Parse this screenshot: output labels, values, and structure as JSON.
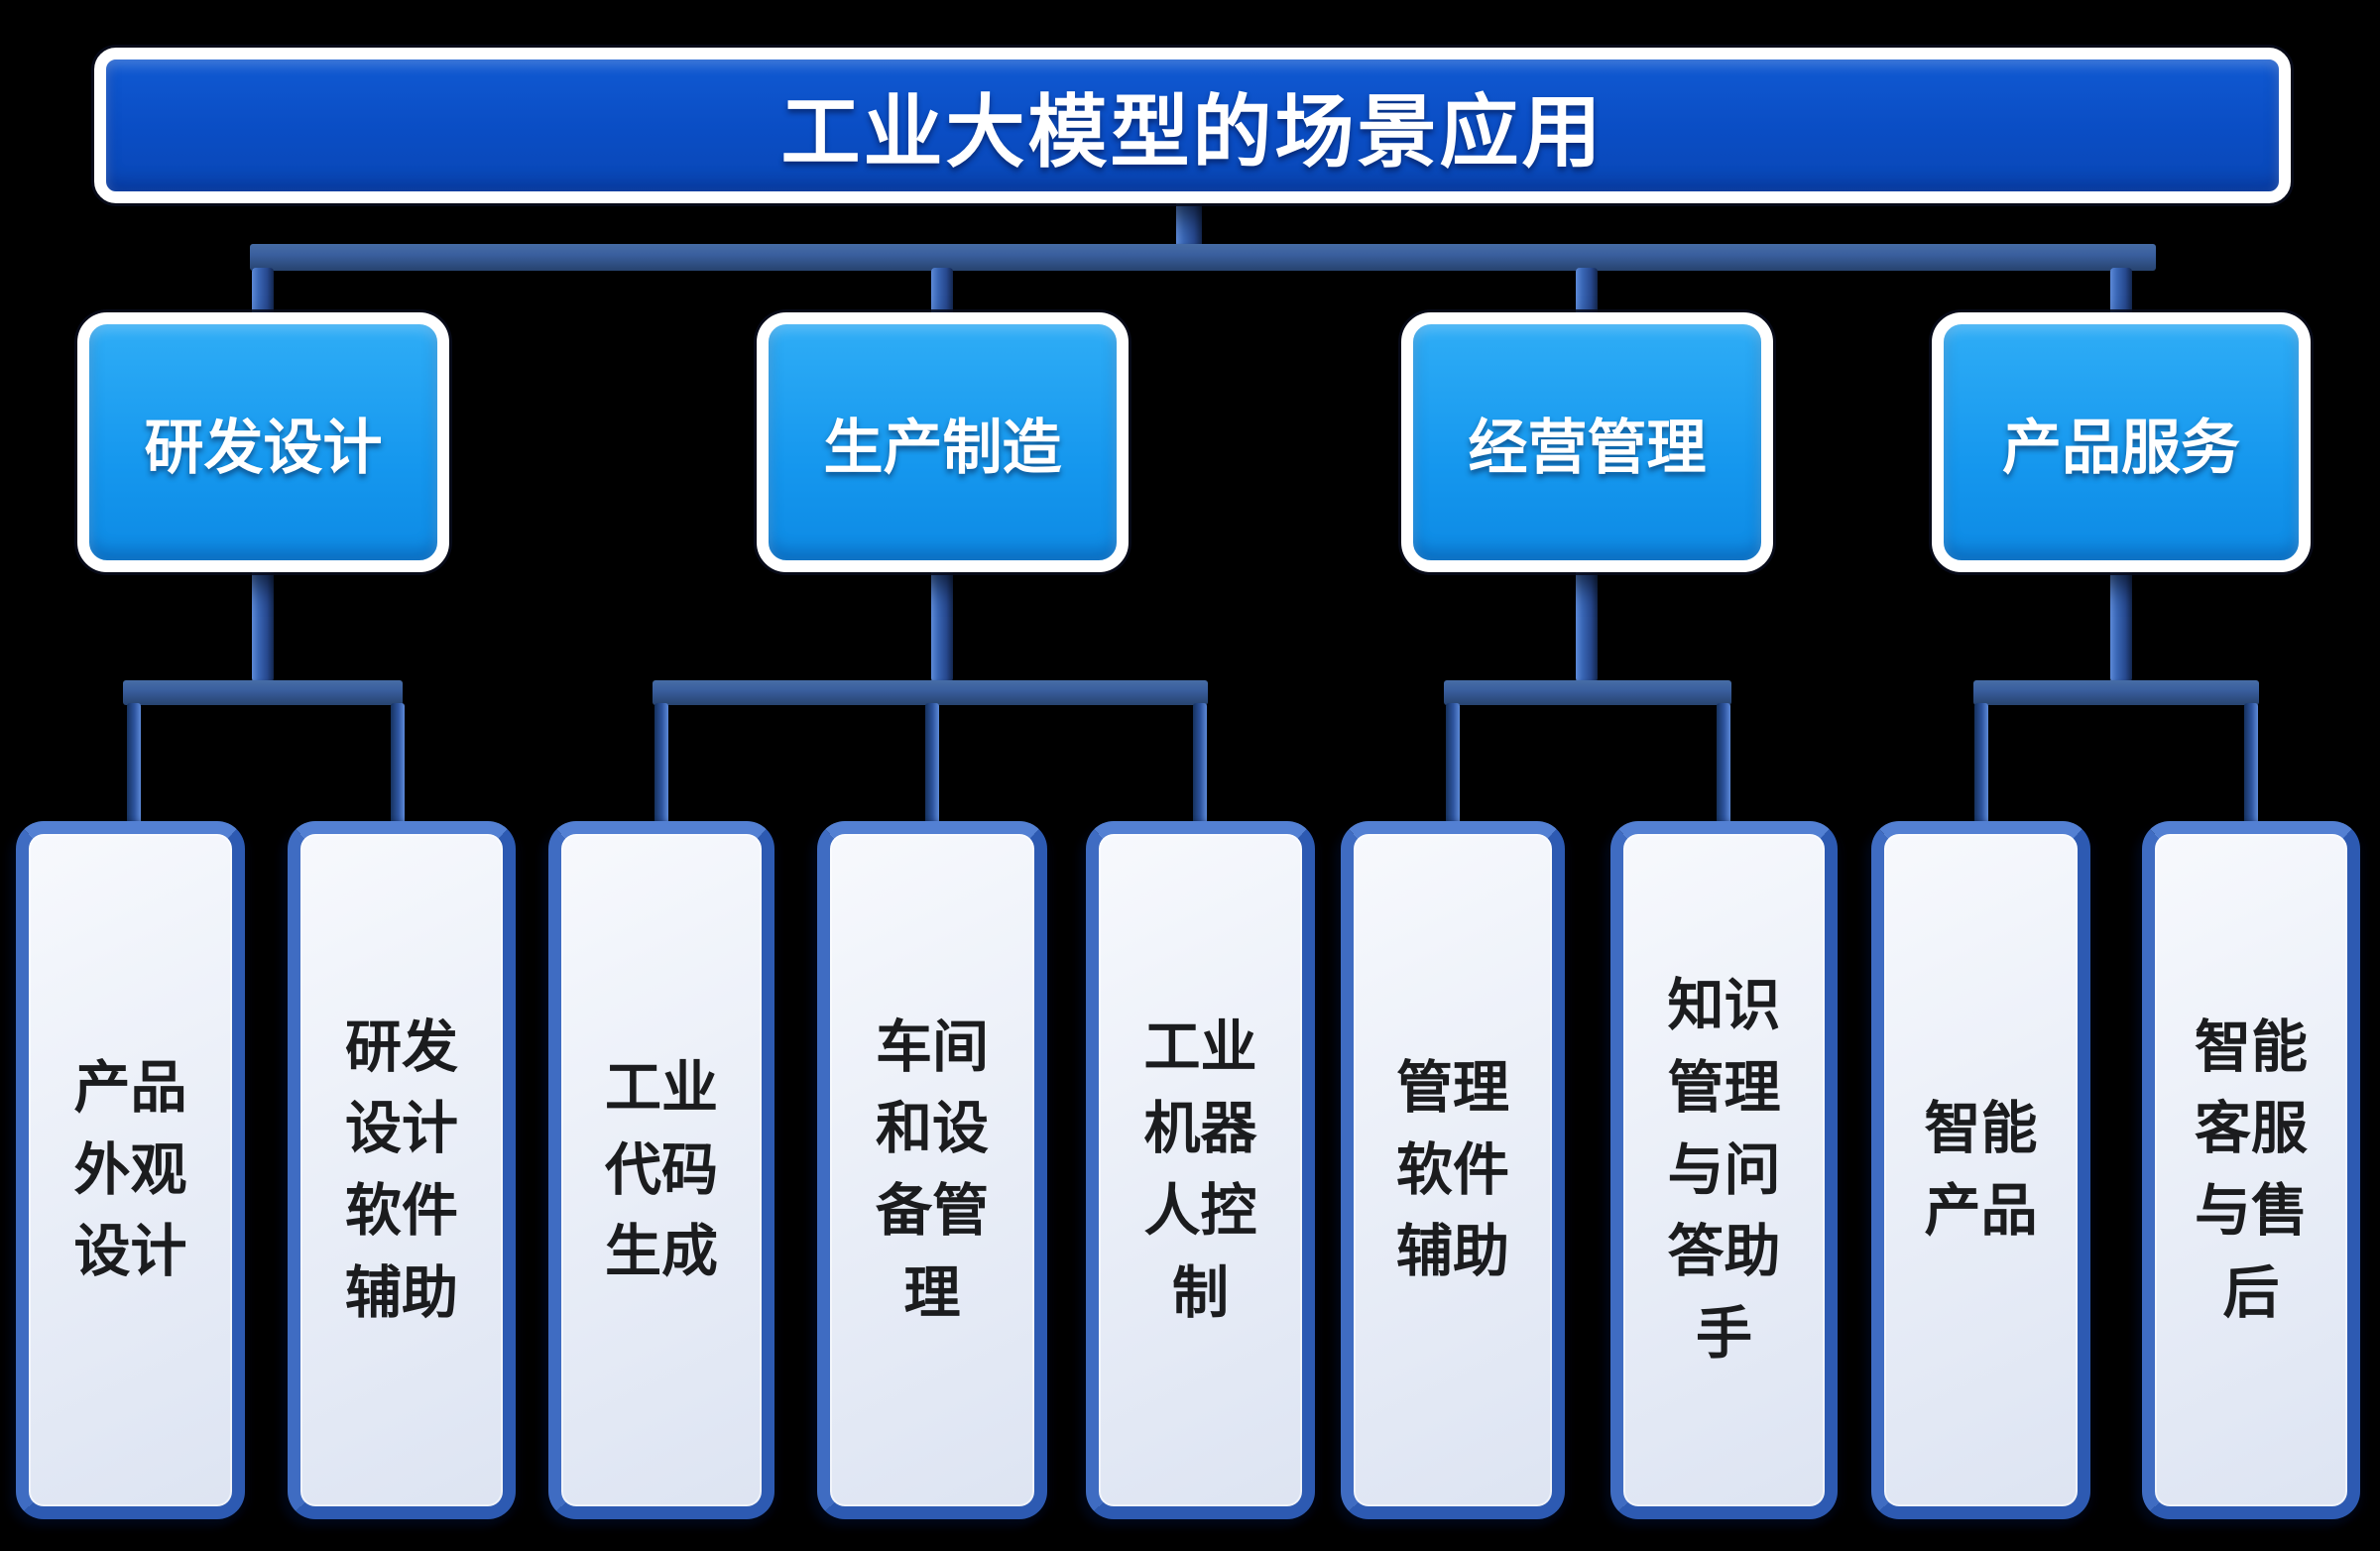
{
  "title": "工业大模型的场景应用",
  "palette": {
    "background": "#000000",
    "title_fill": "#0a4dc4",
    "category_fill": "#1597ee",
    "connector_blue": "#35589e",
    "leaf_border": "#3a6cc8",
    "leaf_fill": "#e9eef8",
    "leaf_text": "#1b1c1e",
    "node_text": "#ffffff"
  },
  "tree": {
    "groups": [
      {
        "label": "研发设计",
        "children": [
          "产品\n外观\n设计",
          "研发\n设计\n软件\n辅助"
        ]
      },
      {
        "label": "生产制造",
        "children": [
          "工业\n代码\n生成",
          "车间\n和设\n备管\n理",
          "工业\n机器\n人控\n制"
        ]
      },
      {
        "label": "经营管理",
        "children": [
          "管理\n软件\n辅助",
          "知识\n管理\n与问\n答助\n手"
        ]
      },
      {
        "label": "产品服务",
        "children": [
          "智能\n产品",
          "智能\n客服\n与售\n后"
        ]
      }
    ]
  }
}
